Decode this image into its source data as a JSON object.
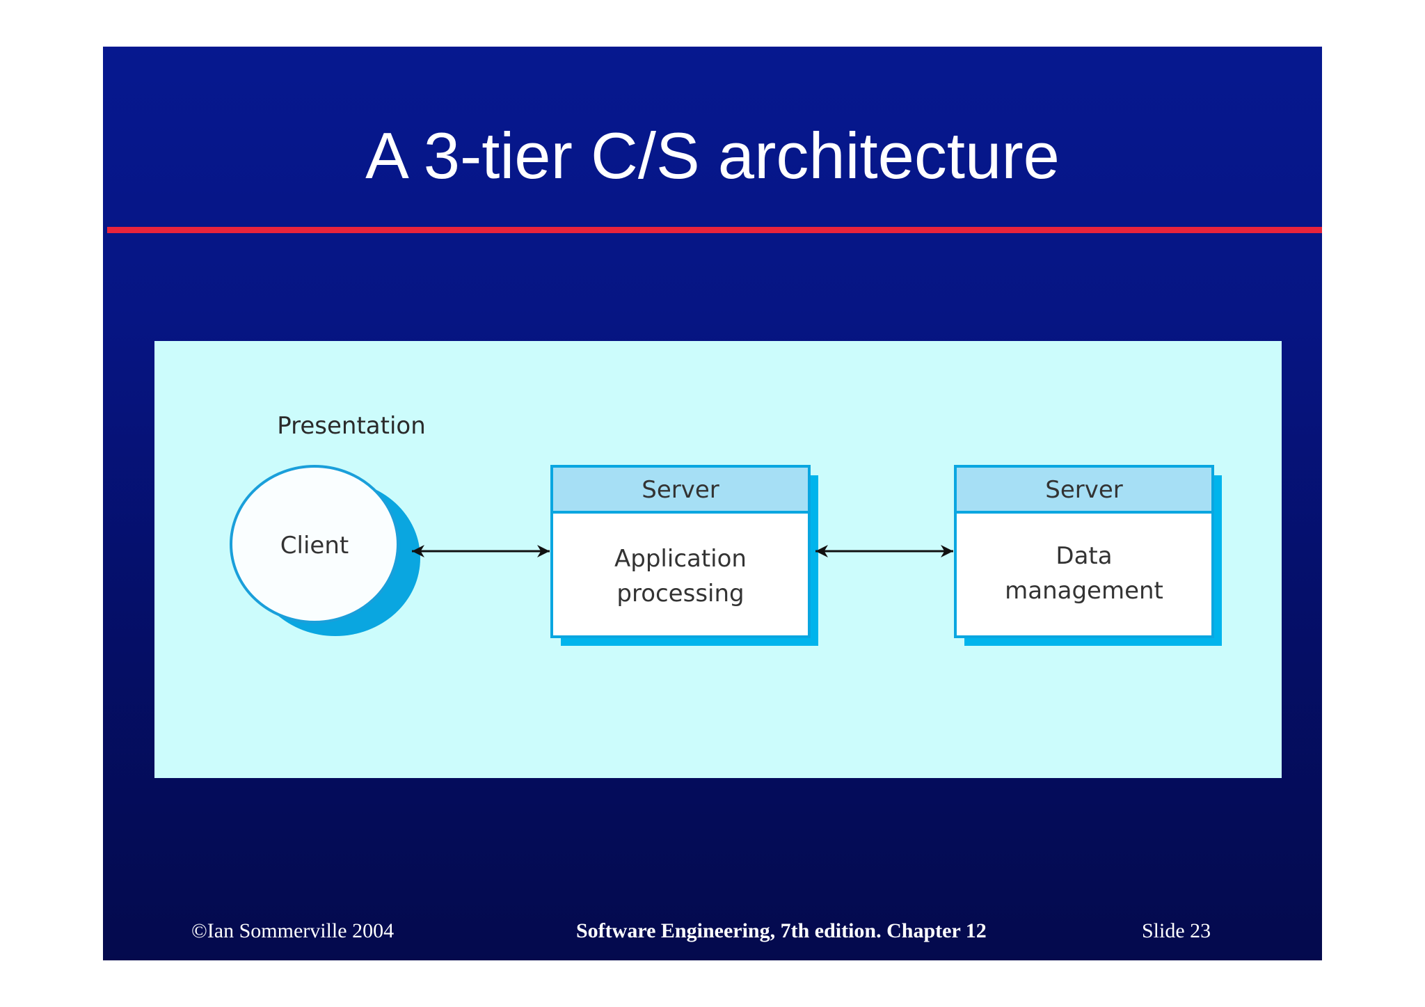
{
  "slide": {
    "title": "A 3-tier C/S architecture"
  },
  "diagram": {
    "presentation_label": "Presentation",
    "client": {
      "label": "Client"
    },
    "app_server": {
      "header": "Server",
      "body_lines": [
        "Application",
        "processing"
      ]
    },
    "data_server": {
      "header": "Server",
      "body_lines": [
        "Data",
        "management"
      ]
    }
  },
  "footer": {
    "copyright": "©Ian Sommerville 2004",
    "book": "Software Engineering, 7th edition. Chapter 12",
    "slide_number": "Slide  23"
  },
  "colors": {
    "slide_background": "#06188f",
    "title_rule": "#e8243c",
    "diagram_panel": "#ccfcfc",
    "node_border": "#0aa6e0",
    "node_shadow": "#00b4ec",
    "server_header": "#a6dff5"
  }
}
